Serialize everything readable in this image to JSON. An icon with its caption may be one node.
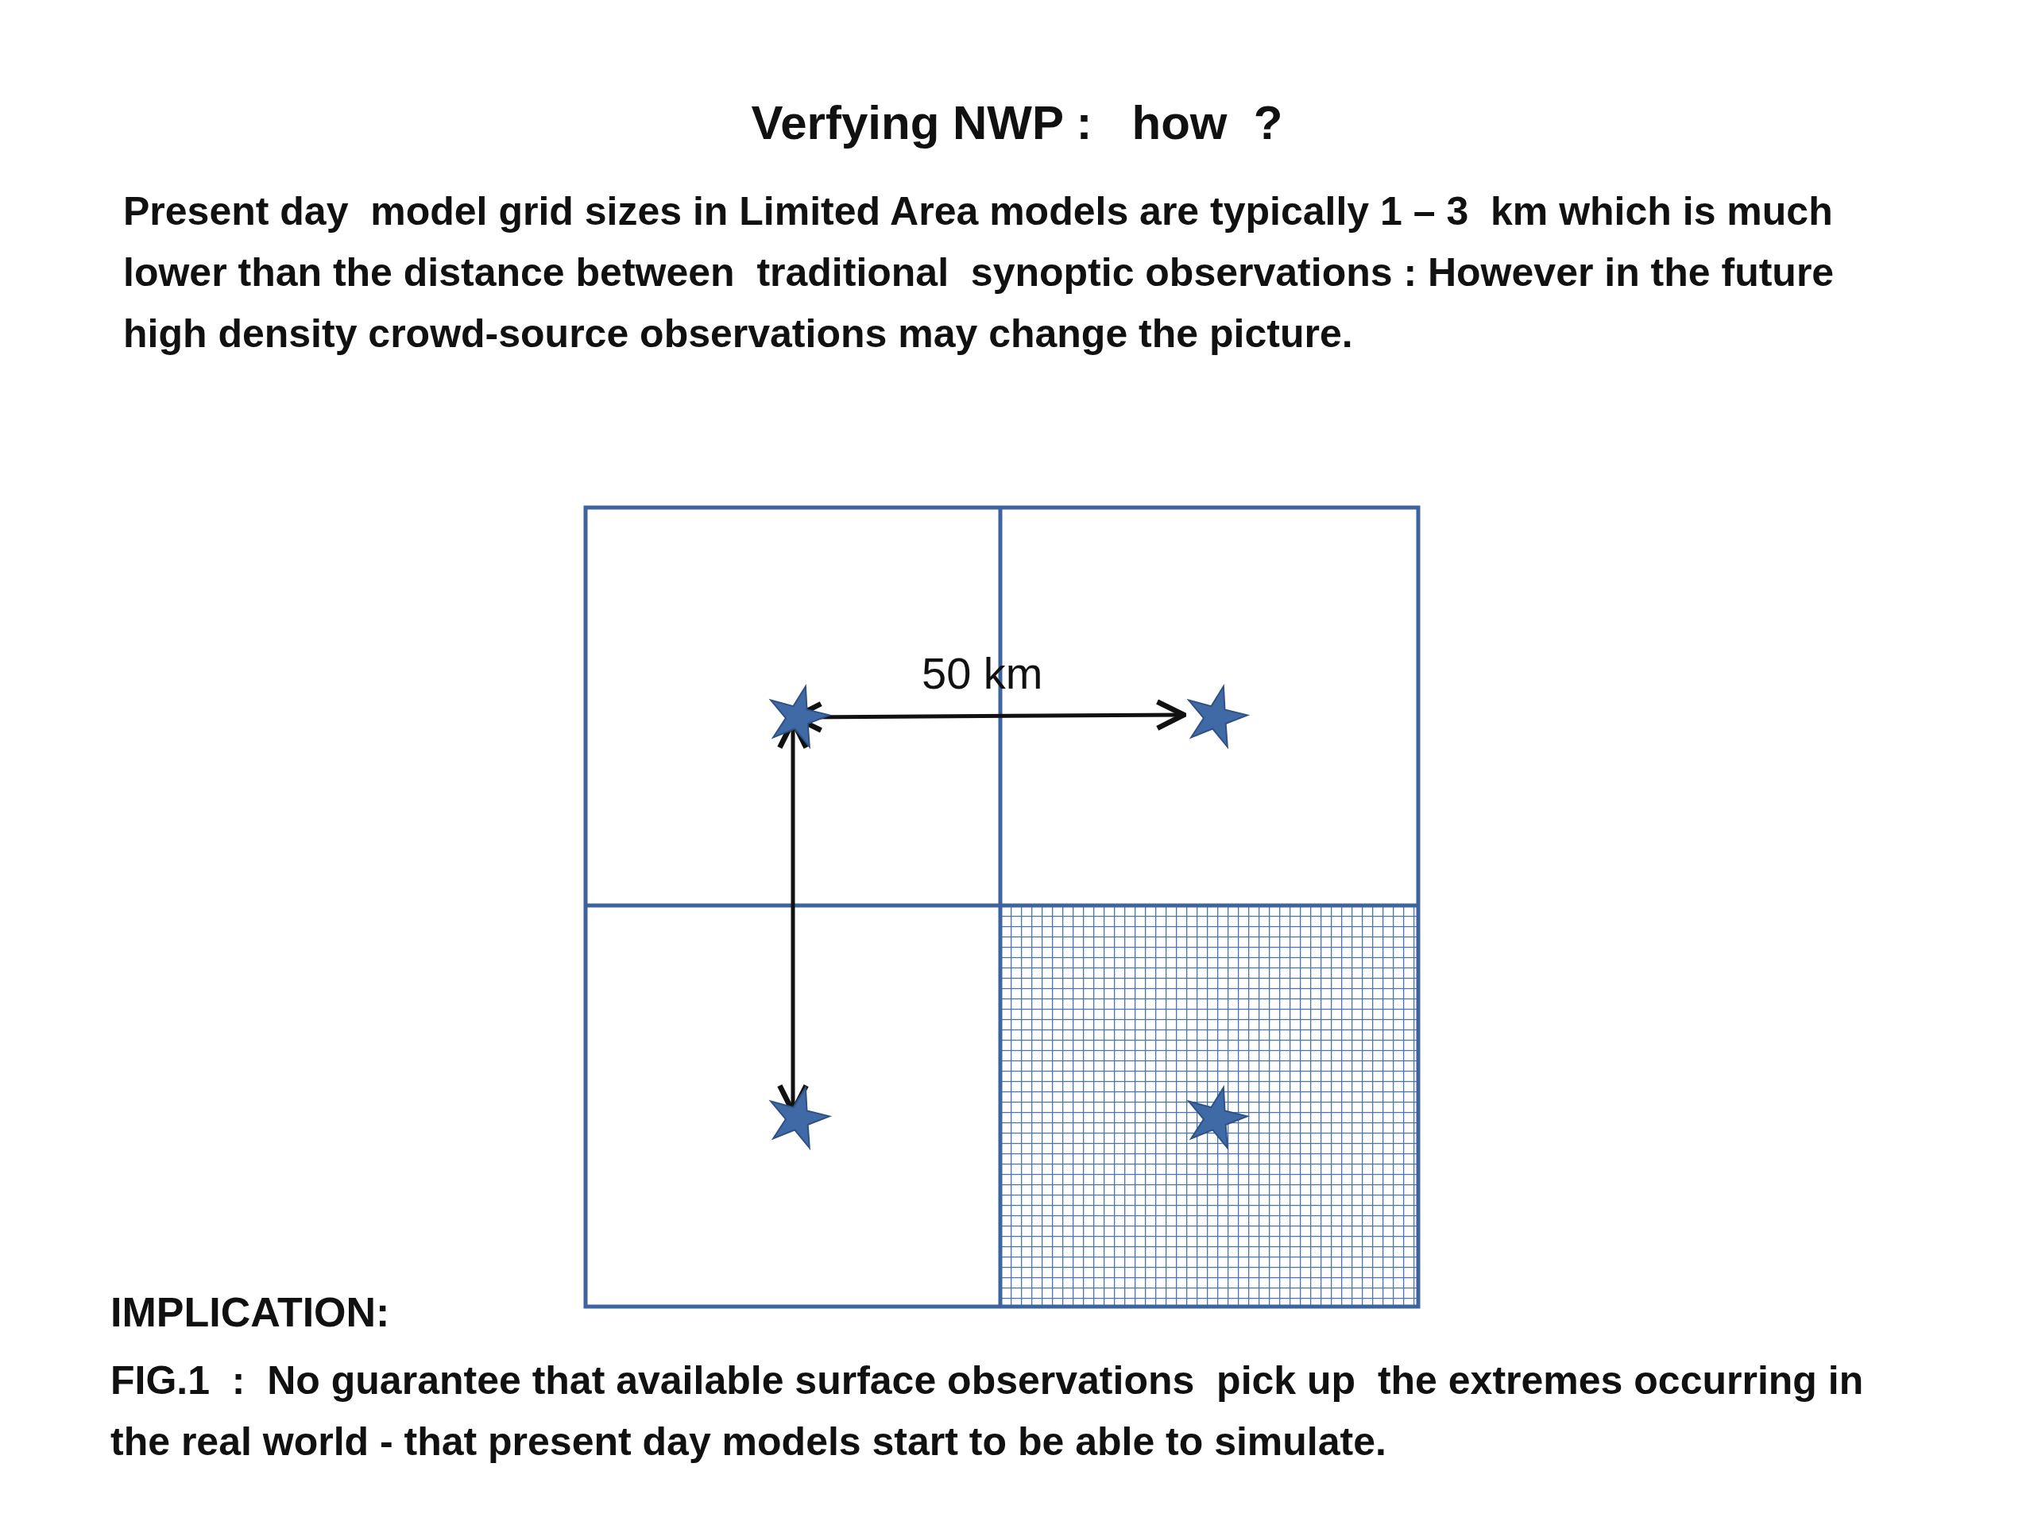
{
  "diagram": {
    "title": "Verfying NWP :   how  ?",
    "labels": [
      "Present day  model grid sizes in Limited Area models are typically 1 – 3  km which is much lower than the distance between  traditional  synoptic observations : However in the future high density crowd-source observations may change the picture.",
      "50 km",
      "IMPLICATION:",
      "FIG.1  :  No guarantee that available surface observations  pick up  the extremes occurring in the real world - that present day models start to be able to simulate."
    ]
  }
}
